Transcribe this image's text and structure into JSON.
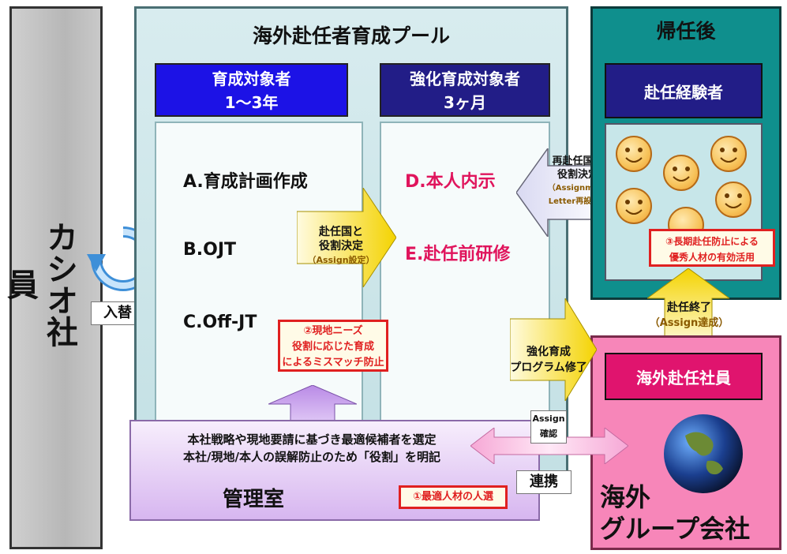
{
  "casio": {
    "label": "カシオ社員",
    "swap_label": "入替"
  },
  "pool": {
    "title": "海外赴任者育成プール",
    "col1": {
      "line1": "育成対象者",
      "line2": "1～3年",
      "items": [
        "A.育成計画作成",
        "B.OJT",
        "C.Off-JT"
      ]
    },
    "col2": {
      "line1": "強化育成対象者",
      "line2": "3ヶ月",
      "items": [
        "D.本人内示",
        "E.赴任前研修"
      ]
    }
  },
  "arrow_assign": {
    "line1": "赴任国と",
    "line2": "役割決定",
    "line3": "（Assign設定）"
  },
  "arrow_reassign": {
    "line1": "再赴任国と",
    "line2": "役割決定",
    "line3": "（Assignment",
    "line4": "Letter再設定）"
  },
  "arrow_program_done": {
    "line1": "強化育成",
    "line2": "プログラム修了"
  },
  "arrow_assign_end": {
    "line1": "赴任終了",
    "line2": "（Assign達成）"
  },
  "note2": {
    "line1": "②現地ニーズ",
    "line2": "役割に応じた育成",
    "line3": "によるミスマッチ防止"
  },
  "note3": {
    "line1": "③長期赴任防止による",
    "line2": "優秀人材の有効活用"
  },
  "note1": {
    "label": "①最適人材の人選"
  },
  "return": {
    "title": "帰任後",
    "header": "赴任経験者"
  },
  "group": {
    "header": "海外赴任社員",
    "name_line1": "海外",
    "name_line2": "グループ会社"
  },
  "mgmt": {
    "line1": "本社戦略や現地要請に基づき最適候補者を選定",
    "line2": "本社/現地/本人の誤解防止のため「役割」を明記",
    "label": "管理室"
  },
  "assign_check": {
    "line1": "Assign",
    "line2": "確認"
  },
  "link_label": "連携",
  "colors": {
    "primary_blue": "#1c12e6",
    "navy": "#221d87",
    "teal": "#0f8f8d",
    "pink": "#f786b9",
    "magenta": "#e0146e",
    "red_text": "#e0145c"
  },
  "icons": [
    "cycle-arrow-icon",
    "smiley-face-icon",
    "globe-icon"
  ]
}
